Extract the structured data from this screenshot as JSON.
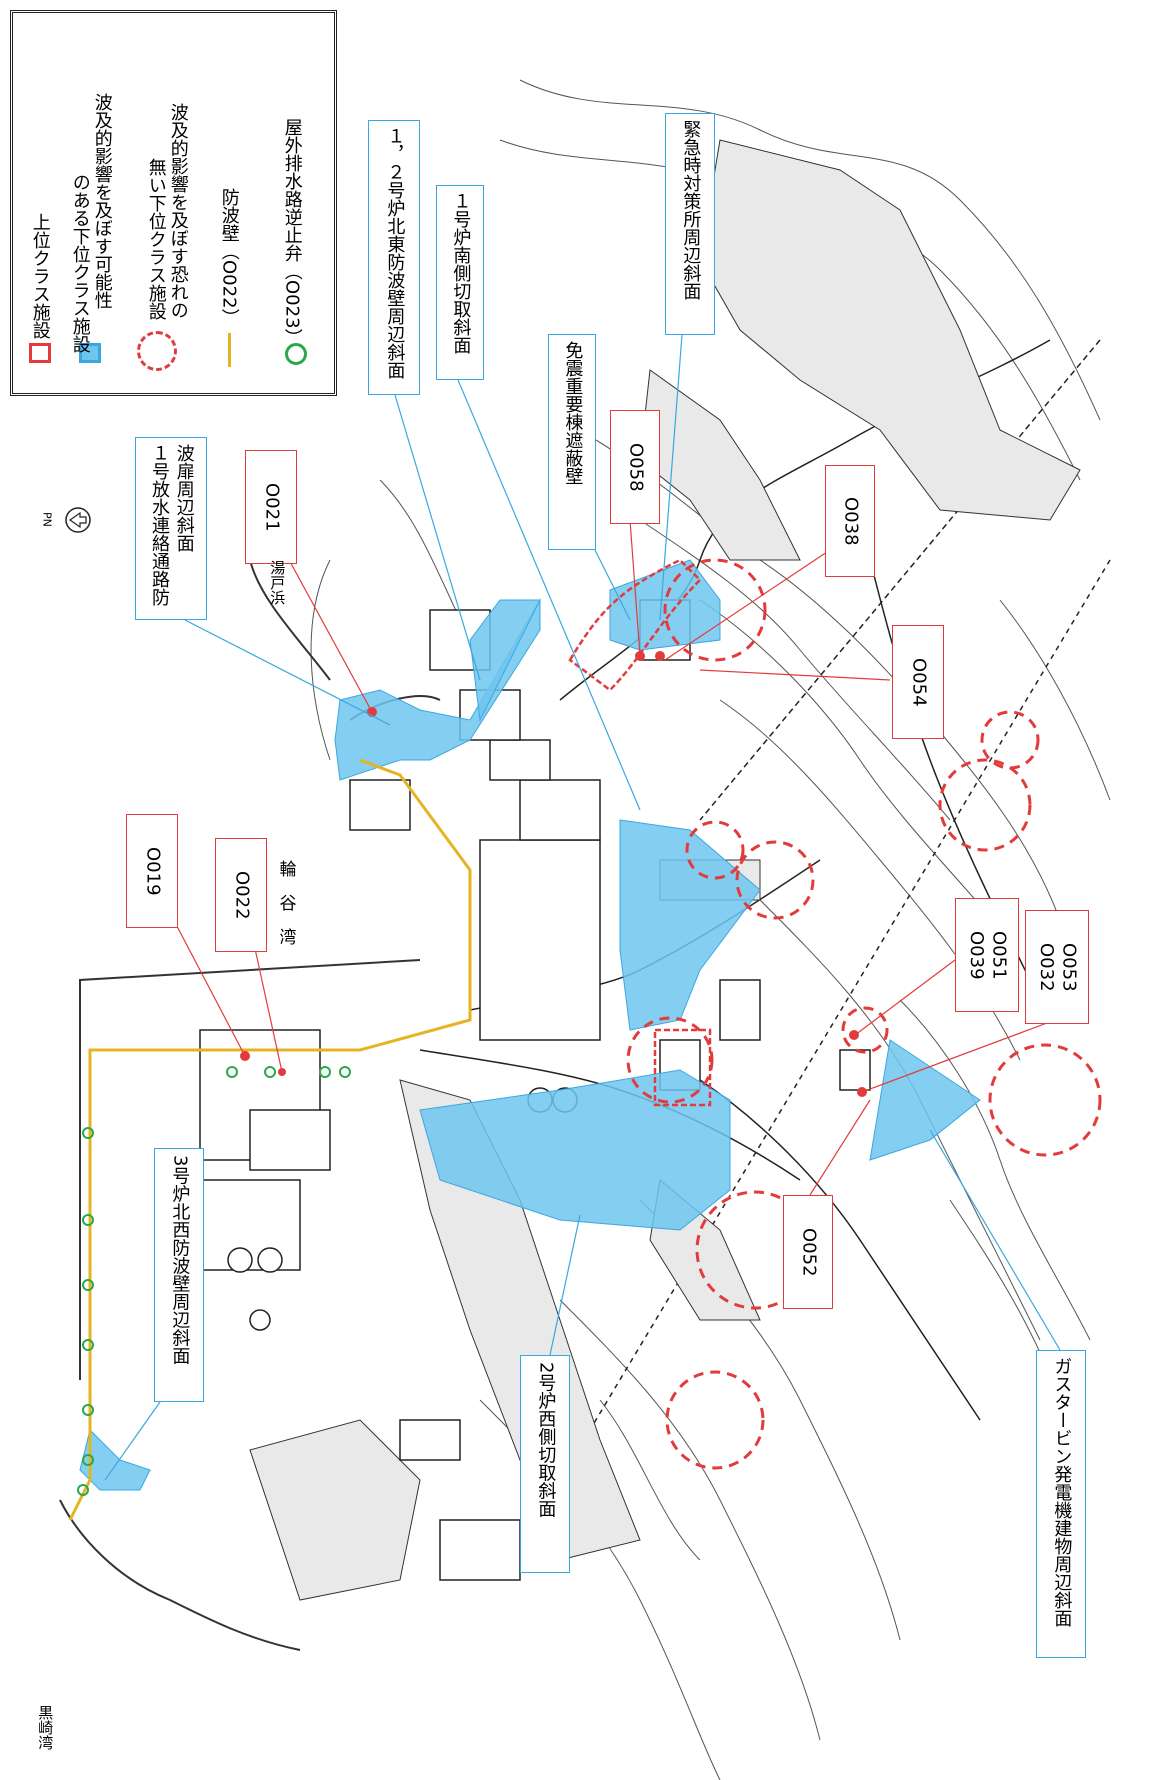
{
  "legend": {
    "upper_class": "上位クラス施設",
    "lower_may_affect_line1": "波及的影響を及ぼす可能性",
    "lower_may_affect_line2": "のある下位クラス施設",
    "lower_no_affect_line1": "波及的影響を及ぼす恐れの",
    "lower_no_affect_line2": "無い下位クラス施設",
    "seawall": "防波壁（O022）",
    "check_valve": "屋外排水路逆止弁（O023）"
  },
  "labels": {
    "emergency_slope": "緊急時対策所周辺斜面",
    "unit12_ne_slope": "１，２号炉北東防波壁周辺斜面",
    "unit1_south_slope": "１号炉南側切取斜面",
    "quake_shield_wall": "免震重要棟遮蔽壁",
    "unit1_outlet_slope_line1": "１号放水連絡通路防",
    "unit1_outlet_slope_line2": "波扉周辺斜面",
    "unit3_nw_slope": "3号炉北西防波壁周辺斜面",
    "unit2_west_slope": "2号炉西側切取斜面",
    "gas_turbine_slope": "ガスタービン発電機建物周辺斜面"
  },
  "codes": {
    "o058": "O058",
    "o038": "O038",
    "o054": "O054",
    "o021": "O021",
    "o019": "O019",
    "o022": "O022",
    "o039_o051_a": "O039",
    "o039_o051_b": "O051",
    "o032_o053_a": "O032",
    "o032_o053_b": "O053",
    "o052": "O052"
  },
  "place_names": {
    "yutobama": "湯戸浜",
    "wagowan": "輪　谷　湾",
    "kurozakiwan": "黒崎湾",
    "north": "PN"
  },
  "colors": {
    "upper_red": "#e23b3b",
    "lower_blue": "#3aa7e0",
    "blue_fill": "#6ec6ef",
    "seawall_gold": "#e6b422",
    "valve_green": "#2aa84a"
  }
}
